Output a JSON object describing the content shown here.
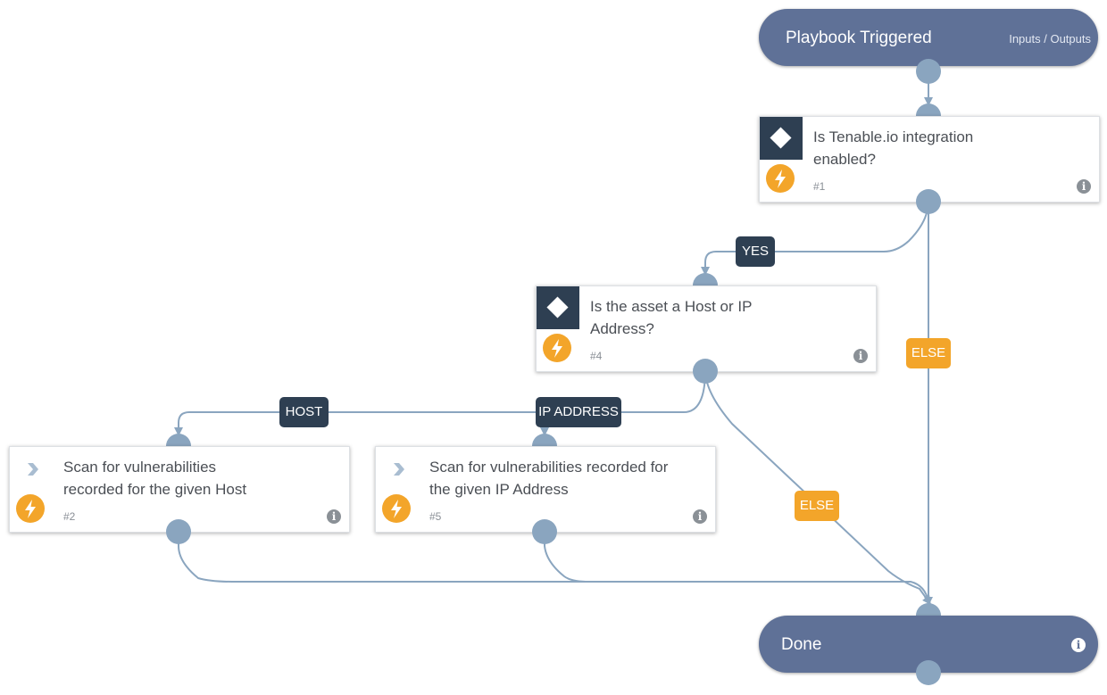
{
  "start": {
    "title": "Playbook Triggered",
    "io_link": "Inputs / Outputs",
    "color": "#5f7197"
  },
  "end": {
    "title": "Done",
    "color": "#5f7197"
  },
  "tasks": [
    {
      "title": "Is Tenable.io integration enabled?",
      "number": "#1",
      "type": "condition"
    },
    {
      "title": "Is the asset a Host or IP Address?",
      "number": "#4",
      "type": "condition"
    },
    {
      "title": "Scan for vulnerabilities recorded for the given Host",
      "number": "#2",
      "type": "playbook"
    },
    {
      "title": "Scan for vulnerabilities recorded for the given IP Address",
      "number": "#5",
      "type": "playbook"
    }
  ],
  "edge_labels": {
    "yes": "YES",
    "else_1": "ELSE",
    "host": "HOST",
    "ip_address": "IP ADDRESS",
    "else_4": "ELSE"
  },
  "colors": {
    "condition_label": "#2e3f52",
    "else_label": "#f3a52a",
    "edge": "#8aa5bf",
    "automation_icon": "#f3a52a"
  },
  "icons": {
    "info": "info-icon",
    "automation": "lightning-icon",
    "condition": "diamond-icon",
    "sub_playbook": "chevron-right-icon"
  }
}
